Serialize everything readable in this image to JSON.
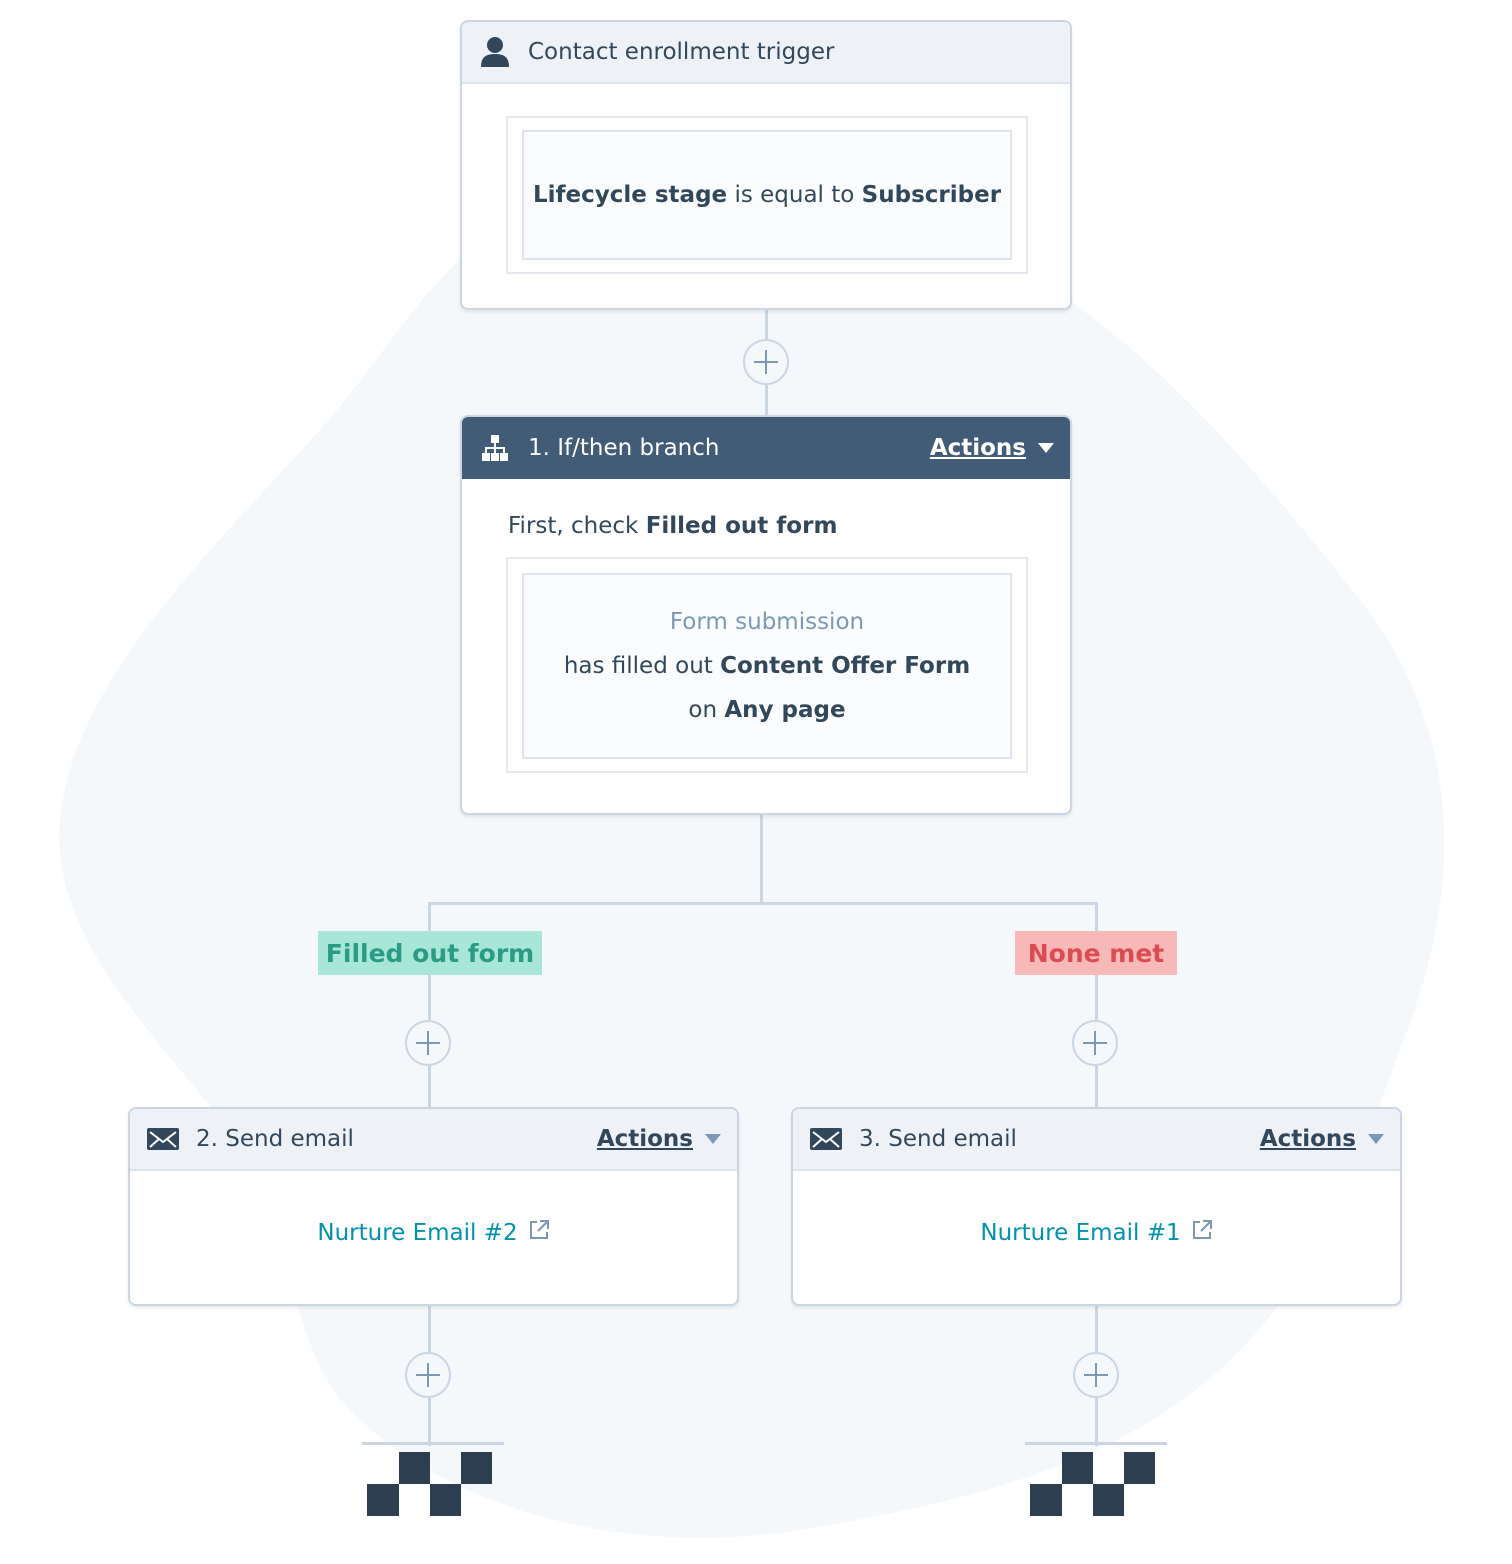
{
  "trigger": {
    "title": "Contact enrollment trigger",
    "filter": {
      "property": "Lifecycle stage",
      "operator": "is equal to",
      "value": "Subscriber"
    }
  },
  "branch": {
    "title": "1. If/then branch",
    "actions_label": "Actions",
    "check_prefix": "First, check",
    "check_name": "Filled out form",
    "filter": {
      "category": "Form submission",
      "line2_prefix": "has filled out",
      "form_name": "Content Offer Form",
      "line3_prefix": "on",
      "page": "Any page"
    }
  },
  "branches": {
    "yes_label": "Filled out form",
    "no_label": "None met"
  },
  "email_left": {
    "title": "2. Send email",
    "actions_label": "Actions",
    "email_name": "Nurture Email #2"
  },
  "email_right": {
    "title": "3. Send email",
    "actions_label": "Actions",
    "email_name": "Nurture Email #1"
  },
  "colors": {
    "header_dark": "#425b76",
    "link": "#0091ae",
    "tag_green_bg": "#a8e6d8",
    "tag_red_bg": "#f7b8b8"
  }
}
